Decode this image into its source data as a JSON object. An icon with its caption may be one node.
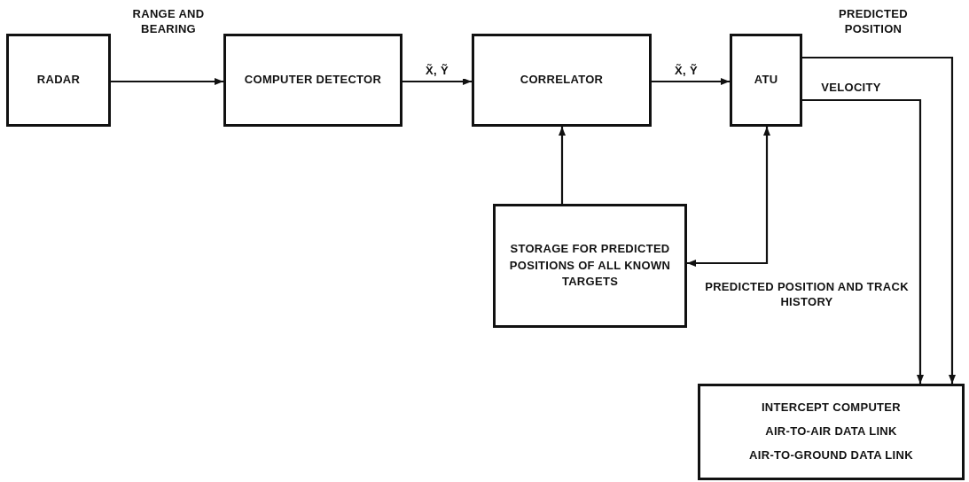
{
  "diagram": {
    "nodes": [
      {
        "text": [
          "RADAR"
        ]
      },
      {
        "text": [
          "COMPUTER DETECTOR"
        ]
      },
      {
        "text": [
          "CORRELATOR"
        ]
      },
      {
        "text": [
          "ATU"
        ]
      },
      {
        "text": [
          "STORAGE FOR PREDICTED POSITIONS OF ALL KNOWN TARGETS"
        ]
      },
      {
        "text": [
          "INTERCEPT COMPUTER",
          "AIR-TO-AIR DATA LINK",
          "AIR-TO-GROUND DATA LINK"
        ]
      }
    ],
    "edges": [
      {
        "from": 0,
        "to": 1,
        "arrow": "to",
        "label": "RANGE AND BEARING"
      },
      {
        "from": 1,
        "to": 2,
        "arrow": "to",
        "label": "X̃, Ỹ"
      },
      {
        "from": 2,
        "to": 3,
        "arrow": "to",
        "label": "X̃, Ỹ"
      },
      {
        "from": 4,
        "to": 2,
        "arrow": "to"
      },
      {
        "from": 4,
        "to": 3,
        "arrow": "both",
        "label": "PREDICTED POSITION AND TRACK HISTORY"
      },
      {
        "from": 3,
        "to": 5,
        "arrow": "to",
        "label": "PREDICTED POSITION"
      },
      {
        "from": 3,
        "to": 5,
        "arrow": "to",
        "label": "VELOCITY"
      }
    ]
  }
}
